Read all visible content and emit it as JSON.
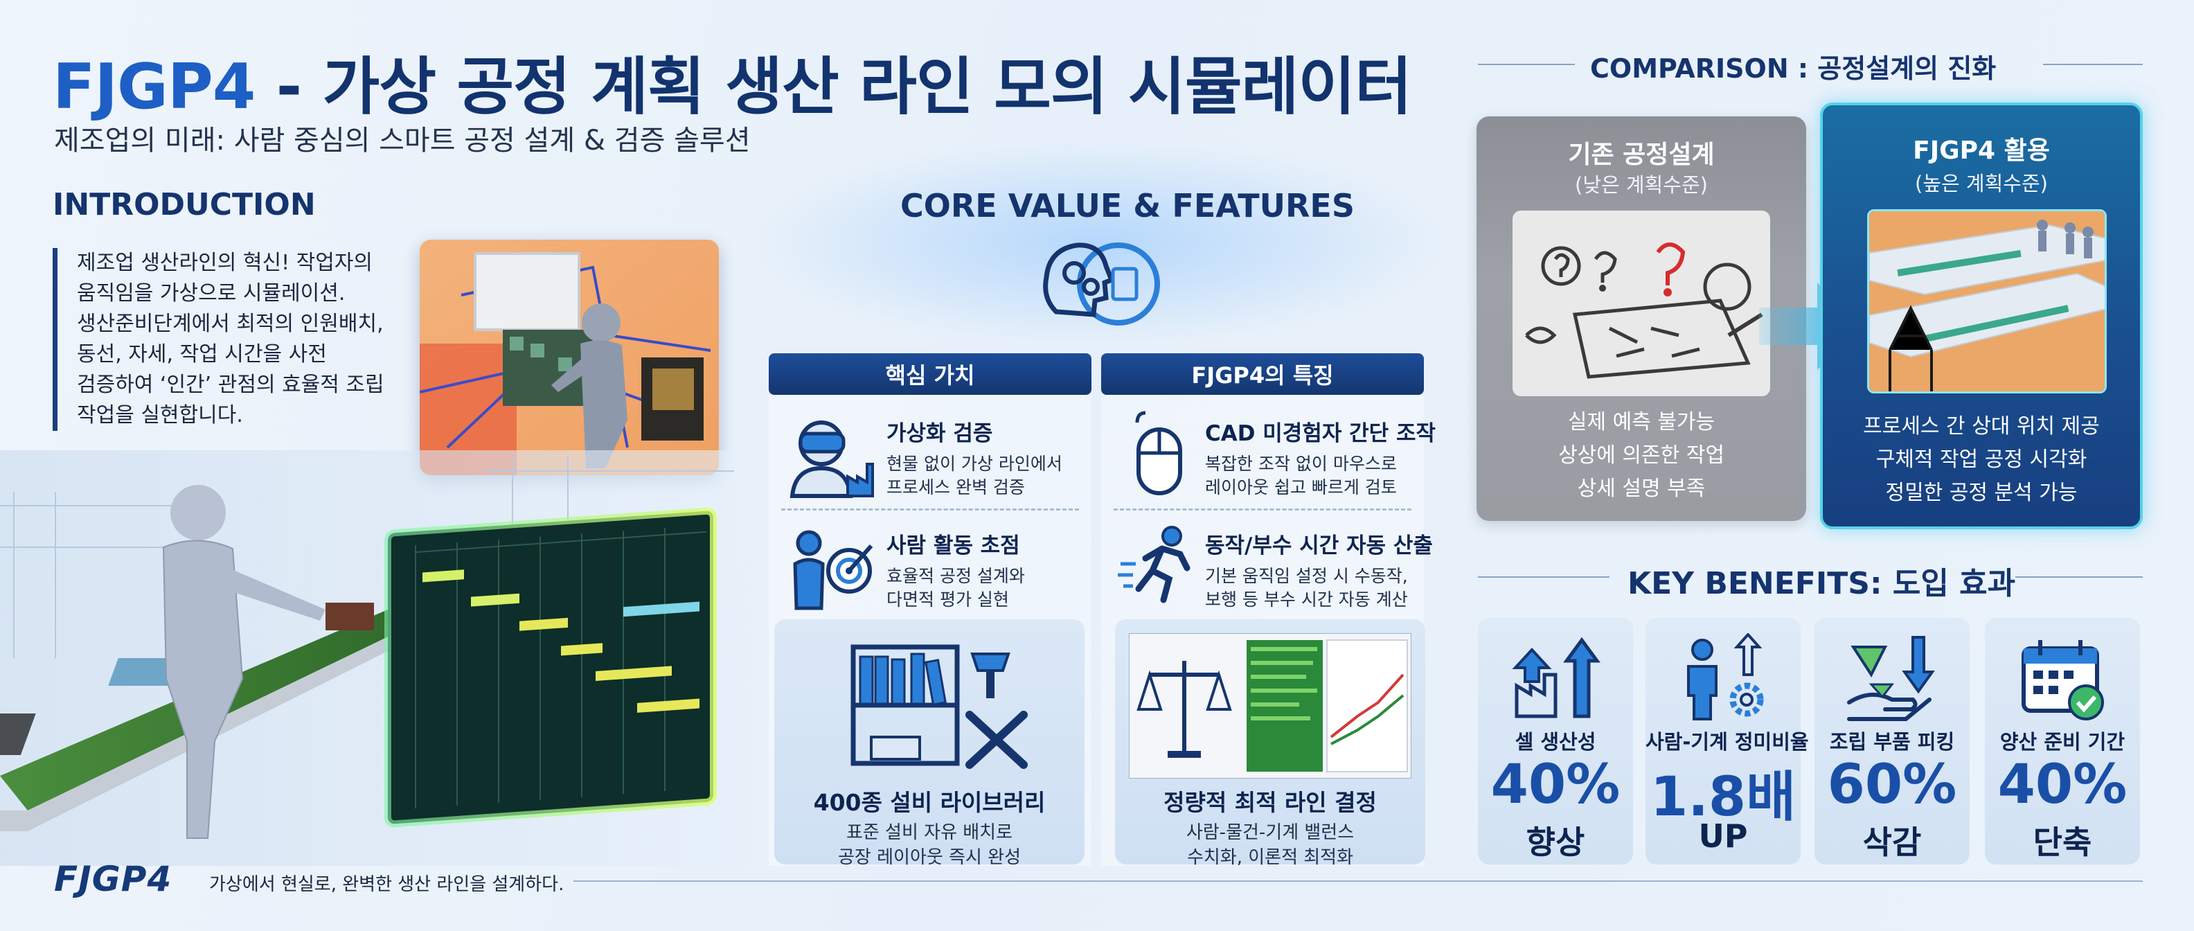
{
  "header": {
    "title_brand": "FJGP4",
    "title_rest": " - 가상 공정 계획 생산 라인 모의 시뮬레이터",
    "subtitle": "제조업의 미래: 사람 중심의 스마트 공정 설계 & 검증 솔루션"
  },
  "introduction": {
    "heading": "INTRODUCTION",
    "lines": [
      "제조업 생산라인의 혁신! 작업자의",
      "움직임을 가상으로 시뮬레이션.",
      "생산준비단계에서 최적의 인원배치,",
      "동선, 자세, 작업 시간을 사전",
      "검증하여 ‘인간’ 관점의 효율적 조립",
      "작업을 실현합니다."
    ]
  },
  "core": {
    "heading": "CORE VALUE & FEATURES",
    "left_header": "핵심 가치",
    "right_header": "FJGP4의 특징",
    "left_features": [
      {
        "icon": "vr-headset-factory-icon",
        "title": "가상화 검증",
        "lines": [
          "현물 없이 가상 라인에서",
          "프로세스 완벽 검증"
        ]
      },
      {
        "icon": "person-target-icon",
        "title": "사람 활동 초점",
        "lines": [
          "효율적 공정 설계와",
          "다면적 평가 실현"
        ]
      }
    ],
    "right_features": [
      {
        "icon": "mouse-icon",
        "title": "CAD 미경험자 간단 조작",
        "lines": [
          "복잡한 조작 없이 마우스로",
          "레이아웃 쉽고 빠르게 검토"
        ]
      },
      {
        "icon": "running-person-icon",
        "title": "동작/부수 시간 자동 산출",
        "lines": [
          "기본 움직임 설정 시 수동작,",
          "보행 등 부수 시간 자동 계산"
        ]
      }
    ],
    "left_card": {
      "icon": "tool-library-icon",
      "title": "400종 설비 라이브러리",
      "lines": [
        "표준 설비 자유 배치로",
        "공장 레이아웃 즉시 완성"
      ]
    },
    "right_card": {
      "icon": "balance-scale-icon",
      "title": "정량적 최적 라인 결정",
      "lines": [
        "사람-물건-기계 밸런스",
        "수치화, 이론적 최적화"
      ]
    }
  },
  "comparison": {
    "heading": "COMPARISON : 공정설계의 진화",
    "old": {
      "title": "기존 공정설계",
      "subtitle": "(낮은 계획수준)",
      "points": [
        "실제 예측 불가능",
        "상상에 의존한 작업",
        "상세 설명 부족"
      ]
    },
    "new": {
      "title": "FJGP4 활용",
      "subtitle": "(높은 계획수준)",
      "points": [
        "프로세스 간 상대 위치 제공",
        "구체적 작업 공정 시각화",
        "정밀한 공정 분석 가능"
      ]
    }
  },
  "benefits": {
    "heading": "KEY BENEFITS: 도입 효과",
    "items": [
      {
        "icon": "factory-growth-icon",
        "label": "셀 생산성",
        "value": "40%",
        "suffix": "향상"
      },
      {
        "icon": "person-gear-icon",
        "label": "사람-기계 정미비율",
        "value": "1.8배",
        "suffix": "UP"
      },
      {
        "icon": "hand-picking-icon",
        "label": "조립 부품 피킹",
        "value": "60%",
        "suffix": "삭감"
      },
      {
        "icon": "calendar-check-icon",
        "label": "양산 준비 기간",
        "value": "40%",
        "suffix": "단축"
      }
    ]
  },
  "footer": {
    "logo": "FJGP4",
    "tagline": "가상에서 현실로, 완벽한 생산 라인을 설계하다."
  },
  "colors": {
    "navy": "#12336e",
    "accent_blue": "#1d5fc4",
    "cyan_glow": "#56d3e8",
    "grey_panel": "#9ea2a8"
  }
}
